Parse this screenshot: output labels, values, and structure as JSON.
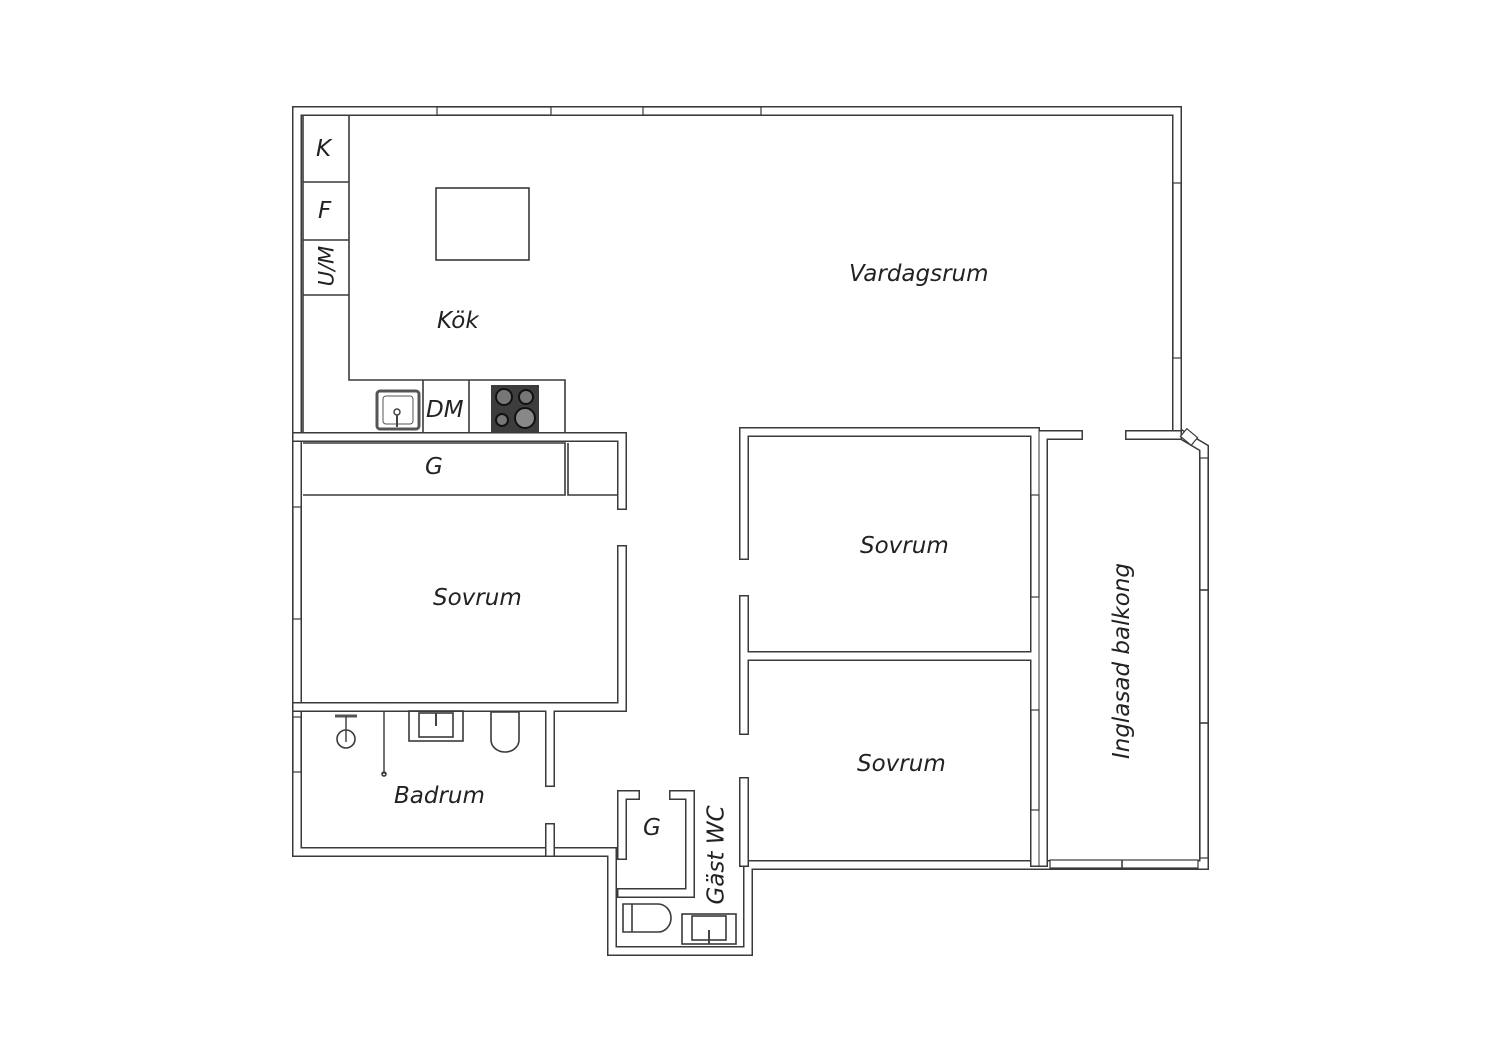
{
  "rooms": {
    "kok": "Kök",
    "vardagsrum": "Vardagsrum",
    "sovrum_1": "Sovrum",
    "sovrum_2": "Sovrum",
    "sovrum_3": "Sovrum",
    "badrum": "Badrum",
    "gast_wc": "Gäst WC",
    "balkong": "Inglasad balkong"
  },
  "fixtures": {
    "kyl": "K",
    "frys": "F",
    "ugn_micro": "U/M",
    "diskmaskin": "DM",
    "garderob_1": "G",
    "garderob_2": "G"
  },
  "colors": {
    "wall": "#3a3a3a",
    "stove": "#3d3d3d"
  }
}
